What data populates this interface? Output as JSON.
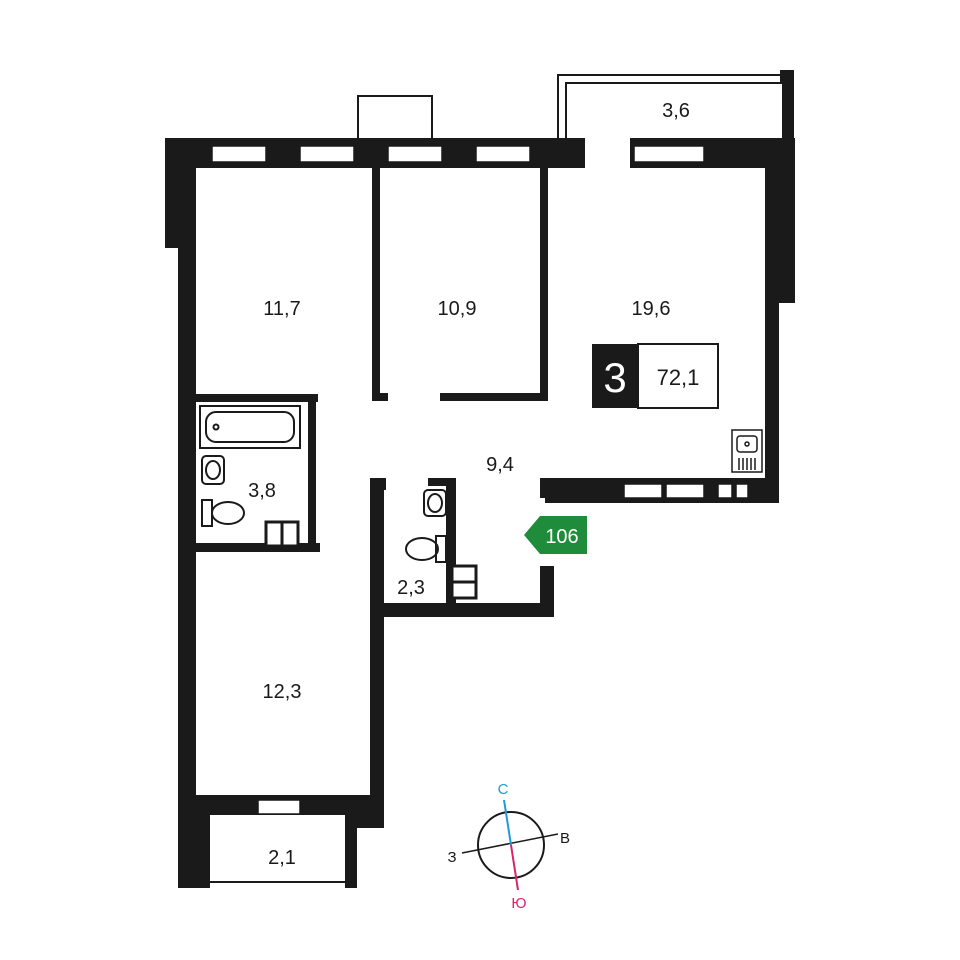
{
  "rooms": [
    {
      "id": "room-bedroom-1",
      "area": "11,7"
    },
    {
      "id": "room-bedroom-2",
      "area": "10,9"
    },
    {
      "id": "room-living",
      "area": "19,6"
    },
    {
      "id": "room-bathroom",
      "area": "3,8"
    },
    {
      "id": "room-hall",
      "area": "9,4"
    },
    {
      "id": "room-wc",
      "area": "2,3"
    },
    {
      "id": "room-bedroom-3",
      "area": "12,3"
    },
    {
      "id": "room-balcony-top",
      "area": "3,6"
    },
    {
      "id": "room-balcony-bottom",
      "area": "2,1"
    }
  ],
  "apartment": {
    "rooms_count": "3",
    "total_area": "72,1"
  },
  "apartment_number": "106",
  "compass": {
    "north": "С",
    "south": "Ю",
    "east": "В",
    "west": "З"
  },
  "colors": {
    "wall": "#1a1a1a",
    "badge_green": "#1e8c3a",
    "compass_north": "#1f9ad6",
    "compass_south": "#d6246e"
  }
}
